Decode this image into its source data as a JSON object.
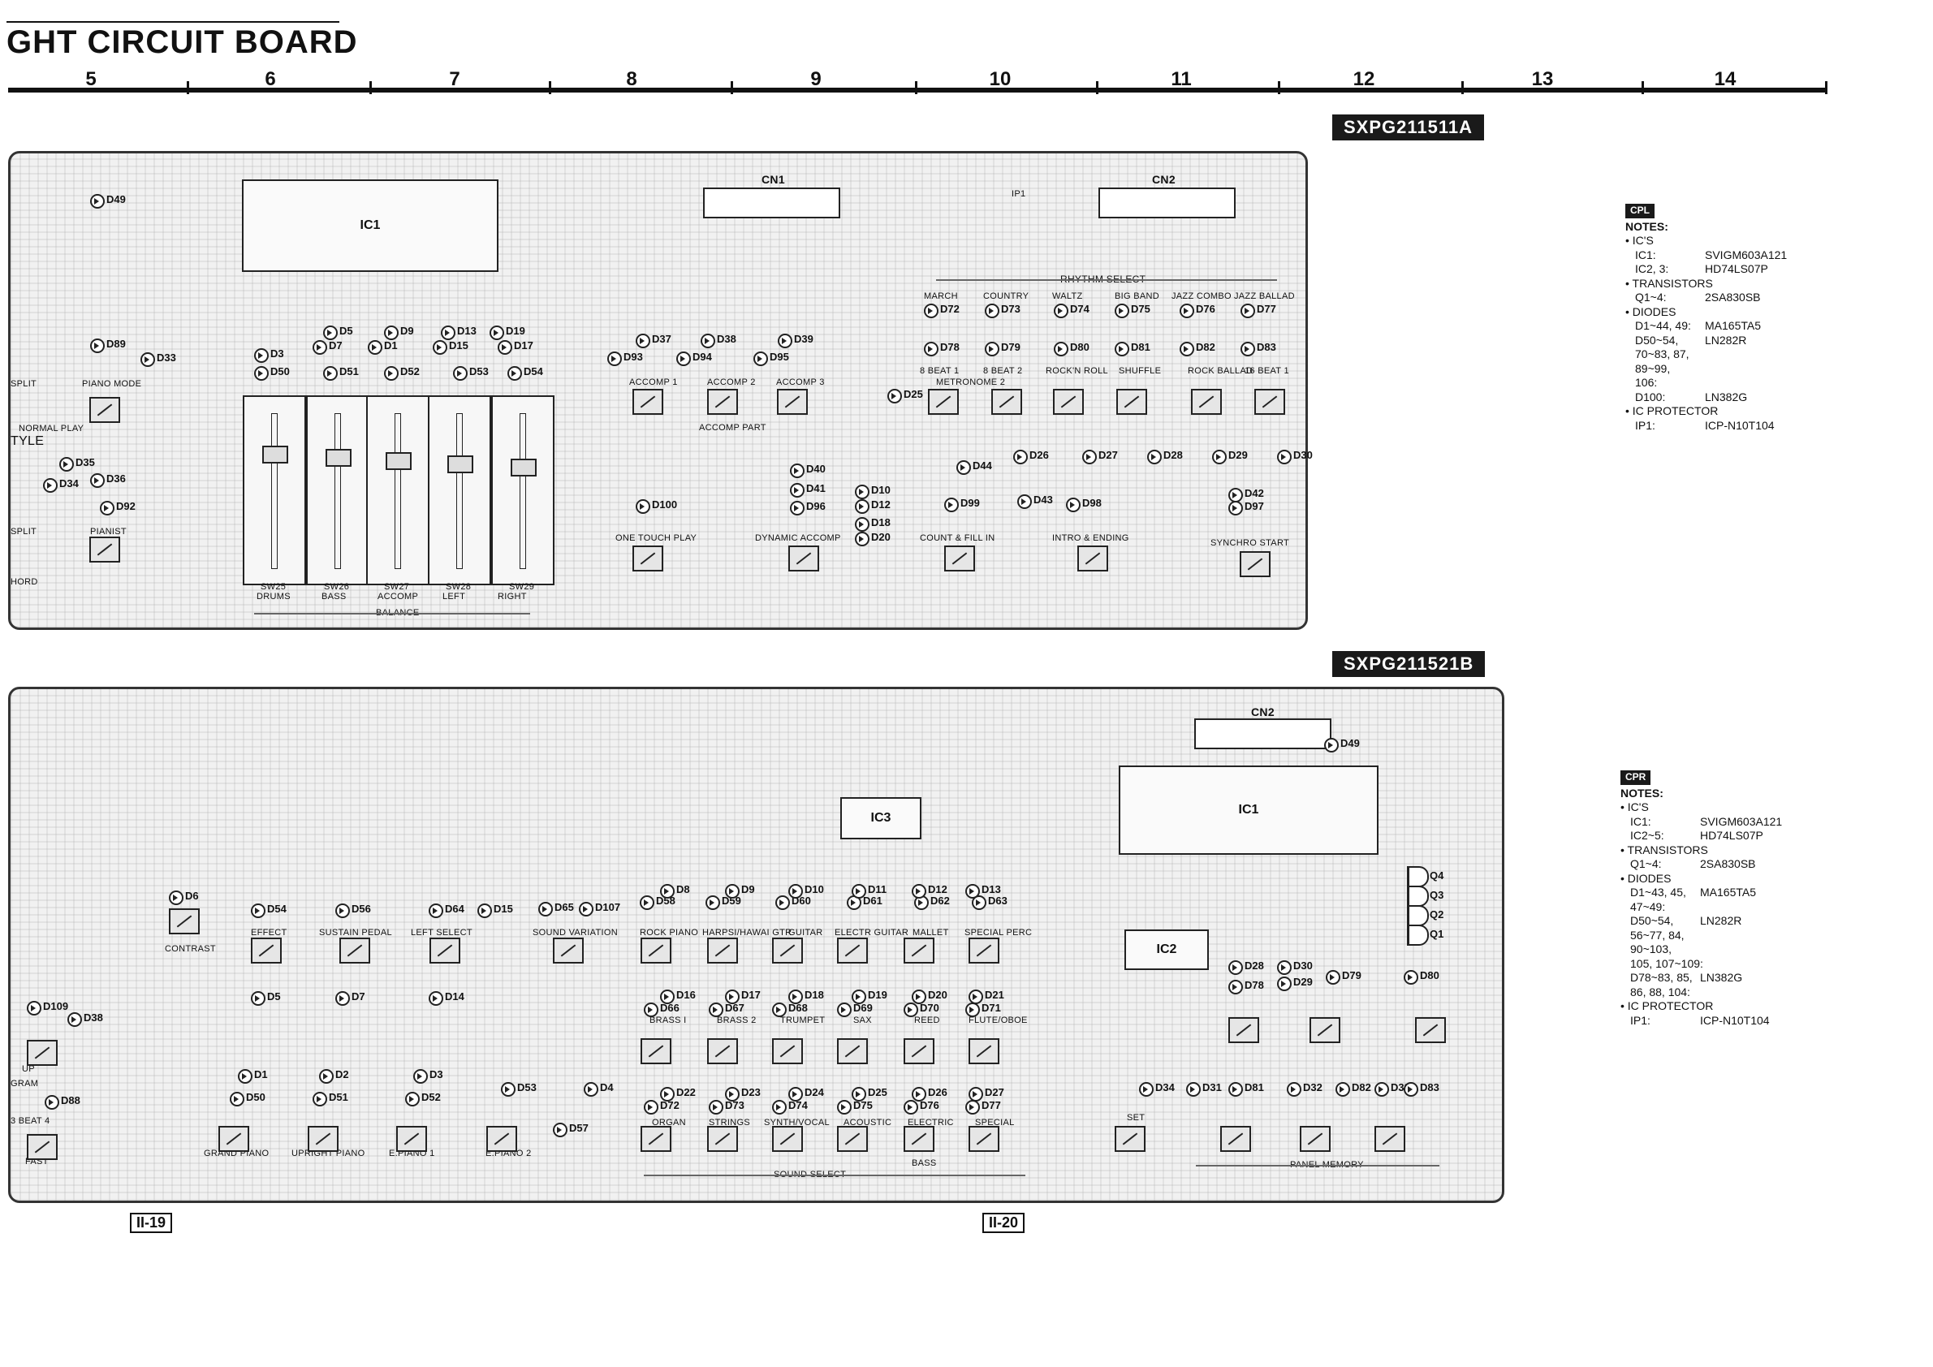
{
  "title": "GHT CIRCUIT BOARD",
  "columns": [
    "5",
    "6",
    "7",
    "8",
    "9",
    "10",
    "11",
    "12",
    "13",
    "14"
  ],
  "upper_board": {
    "code": "SXPG211511A",
    "notes": {
      "tag": "CPL",
      "heading": "NOTES:",
      "rows": [
        {
          "k": "• IC'S",
          "v": ""
        },
        {
          "k": "IC1:",
          "v": "SVIGM603A121"
        },
        {
          "k": "IC2, 3:",
          "v": "HD74LS07P"
        },
        {
          "k": "• TRANSISTORS",
          "v": ""
        },
        {
          "k": "Q1~4:",
          "v": "2SA830SB"
        },
        {
          "k": "• DIODES",
          "v": ""
        },
        {
          "k": "D1~44, 49:",
          "v": "MA165TA5"
        },
        {
          "k": "D50~54,",
          "v": "LN282R"
        },
        {
          "k": "70~83, 87,",
          "v": ""
        },
        {
          "k": "89~99,",
          "v": ""
        },
        {
          "k": "106:",
          "v": ""
        },
        {
          "k": "D100:",
          "v": "LN382G"
        },
        {
          "k": "• IC PROTECTOR",
          "v": ""
        },
        {
          "k": "IP1:",
          "v": "ICP-N10T104"
        }
      ]
    },
    "labels": {
      "cn1": "CN1",
      "cn2": "CN2",
      "ic1": "IC1",
      "ip1": "IP1",
      "rhythm_select": "RHYTHM SELECT",
      "march": "MARCH",
      "country": "COUNTRY",
      "waltz": "WALTZ",
      "big_band": "BIG BAND",
      "jazz_combo": "JAZZ COMBO",
      "jazz_ballad": "JAZZ BALLAD",
      "beat8_1": "8 BEAT 1",
      "metronome": "METRONOME 2",
      "beat8_2": "8 BEAT 2",
      "rocknroll": "ROCK'N ROLL",
      "shuffle": "SHUFFLE",
      "rock_ballad": "ROCK BALLAD",
      "beat16_1": "16 BEAT 1",
      "accomp1": "ACCOMP 1",
      "accomp2": "ACCOMP 2",
      "accomp3": "ACCOMP 3",
      "accomp_part": "ACCOMP PART",
      "one_touch": "ONE TOUCH PLAY",
      "dynamic_accomp": "DYNAMIC ACCOMP",
      "count_fill": "COUNT & FILL IN",
      "intro_ending": "INTRO & ENDING",
      "synchro_start": "SYNCHRO START",
      "split": "SPLIT",
      "piano_mode": "PIANO MODE",
      "normal_play": "NORMAL PLAY",
      "style": "TYLE",
      "split2": "SPLIT",
      "pianist": "PIANIST",
      "chord": "HORD",
      "drums": "DRUMS",
      "bass": "BASS",
      "accomp": "ACCOMP",
      "left": "LEFT",
      "right": "RIGHT",
      "balance": "BALANCE",
      "sw25": "SW25",
      "sw26": "SW26",
      "sw27": "SW27",
      "sw28": "SW28",
      "sw29": "SW29"
    },
    "diodes": [
      "D49",
      "D89",
      "D33",
      "D3",
      "D50",
      "D5",
      "D7",
      "D51",
      "D1",
      "D9",
      "D52",
      "D13",
      "D15",
      "D53",
      "D19",
      "D17",
      "D54",
      "D37",
      "D93",
      "D38",
      "D94",
      "D39",
      "D95",
      "D72",
      "D73",
      "D74",
      "D75",
      "D76",
      "D77",
      "D78",
      "D79",
      "D80",
      "D81",
      "D82",
      "D83",
      "D25",
      "D26",
      "D27",
      "D28",
      "D29",
      "D30",
      "D44",
      "D43",
      "D40",
      "D41",
      "D96",
      "D10",
      "D12",
      "D18",
      "D20",
      "D99",
      "D98",
      "D42",
      "D97",
      "D100",
      "D35",
      "D36",
      "D92",
      "D34"
    ]
  },
  "lower_board": {
    "code": "SXPG211521B",
    "notes": {
      "tag": "CPR",
      "heading": "NOTES:",
      "rows": [
        {
          "k": "• IC'S",
          "v": ""
        },
        {
          "k": "IC1:",
          "v": "SVIGM603A121"
        },
        {
          "k": "IC2~5:",
          "v": "HD74LS07P"
        },
        {
          "k": "• TRANSISTORS",
          "v": ""
        },
        {
          "k": "Q1~4:",
          "v": "2SA830SB"
        },
        {
          "k": "• DIODES",
          "v": ""
        },
        {
          "k": "D1~43, 45,",
          "v": "MA165TA5"
        },
        {
          "k": "47~49:",
          "v": ""
        },
        {
          "k": "D50~54,",
          "v": "LN282R"
        },
        {
          "k": "56~77, 84,",
          "v": ""
        },
        {
          "k": "90~103,",
          "v": ""
        },
        {
          "k": "105, 107~109:",
          "v": ""
        },
        {
          "k": "D78~83, 85,",
          "v": "LN382G"
        },
        {
          "k": "86, 88, 104:",
          "v": ""
        },
        {
          "k": "• IC PROTECTOR",
          "v": ""
        },
        {
          "k": "IP1:",
          "v": "ICP-N10T104"
        }
      ]
    },
    "labels": {
      "cn2": "CN2",
      "ic1": "IC1",
      "ic2": "IC2",
      "ic3": "IC3",
      "q4": "Q4",
      "q3": "Q3",
      "q2": "Q2",
      "q1": "Q1",
      "contrast": "CONTRAST",
      "effect": "EFFECT",
      "sustain": "SUSTAIN PEDAL",
      "left_select": "LEFT SELECT",
      "sound_variation": "SOUND VARIATION",
      "rock_piano": "ROCK PIANO",
      "harpsi": "HARPSI/HAWAI GTR",
      "guitar": "GUITAR",
      "electr_guitar": "ELECTR GUITAR",
      "mallet": "MALLET",
      "special_perc": "SPECIAL PERC",
      "brass1": "BRASS I",
      "brass2": "BRASS 2",
      "trumpet": "TRUMPET",
      "sax": "SAX",
      "reed": "REED",
      "flute": "FLUTE/OBOE",
      "organ": "ORGAN",
      "strings": "STRINGS",
      "synth": "SYNTH/VOCAL",
      "acoustic": "ACOUSTIC",
      "electric": "ELECTRIC",
      "special": "SPECIAL",
      "bass": "BASS",
      "sound_select": "SOUND SELECT",
      "grand_piano": "GRAND PIANO",
      "upright_piano": "UPRIGHT PIANO",
      "e_piano1": "E.PIANO 1",
      "e_piano2": "E.PIANO 2",
      "set": "SET",
      "panel_memory": "PANEL MEMORY",
      "up": "UP",
      "gram": "GRAM",
      "beat4": "3 BEAT 4",
      "fast": "FAST"
    },
    "diodes": [
      "D49",
      "D54",
      "D56",
      "D64",
      "D15",
      "D65",
      "D107",
      "D58",
      "D8",
      "D59",
      "D9",
      "D60",
      "D10",
      "D61",
      "D11",
      "D62",
      "D12",
      "D13",
      "D63",
      "D6",
      "D5",
      "D7",
      "D14",
      "D16",
      "D66",
      "D17",
      "D67",
      "D18",
      "D68",
      "D19",
      "D69",
      "D20",
      "D70",
      "D21",
      "D71",
      "D22",
      "D72",
      "D23",
      "D73",
      "D24",
      "D74",
      "D25",
      "D75",
      "D26",
      "D76",
      "D27",
      "D77",
      "D1",
      "D50",
      "D2",
      "D51",
      "D3",
      "D52",
      "D53",
      "D4",
      "D57",
      "D109",
      "D38",
      "D88",
      "D28",
      "D78",
      "D30",
      "D29",
      "D79",
      "D80",
      "D34",
      "D31",
      "D81",
      "D32",
      "D82",
      "D33",
      "D83"
    ]
  },
  "page_numbers": [
    "II-19",
    "II-20"
  ]
}
